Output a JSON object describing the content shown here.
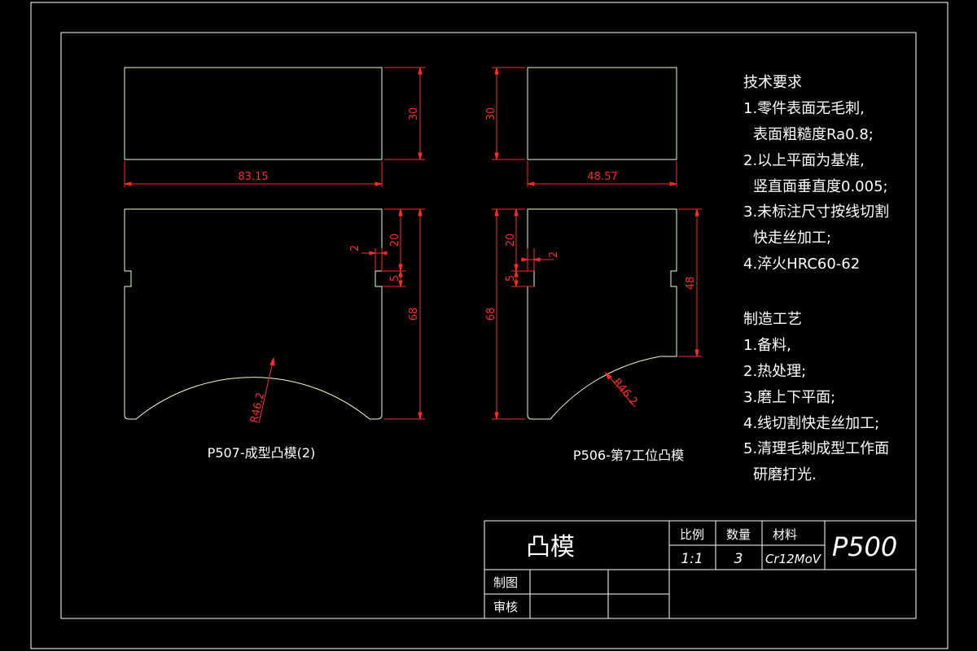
{
  "views": {
    "left": {
      "top_width": "83.15",
      "top_height": "30",
      "slot_offset": "20",
      "slot_depth": "2",
      "slot_width": "5",
      "front_height": "68",
      "radius": "R46.2",
      "caption": "P507-成型凸模(2)"
    },
    "right": {
      "top_width": "48.57",
      "top_height": "30",
      "slot_offset": "20",
      "slot_depth": "2",
      "slot_width": "5",
      "front_height": "68",
      "right_height": "48",
      "radius": "R46.2",
      "caption": "P506-第7工位凸模"
    }
  },
  "requirements": {
    "title": "技术要求",
    "lines": [
      "1.零件表面无毛刺,",
      "表面粗糙度Ra0.8;",
      "2.以上平面为基准,",
      "竖直面垂直度0.005;",
      "3.未标注尺寸按线切割",
      "快走丝加工;",
      "4.淬火HRC60-62"
    ]
  },
  "process": {
    "title": "制造工艺",
    "lines": [
      "1.备料,",
      "2.热处理;",
      "3.磨上下平面;",
      "4.线切割快走丝加工;",
      "5.清理毛刺成型工作面",
      "研磨打光."
    ]
  },
  "title_block": {
    "part_name": "凸模",
    "scale_label": "比例",
    "qty_label": "数量",
    "material_label": "材料",
    "scale_value": "1:1",
    "qty_value": "3",
    "material_value": "Cr12MoV",
    "drawing_no": "P500",
    "drawn_label": "制图",
    "checked_label": "审核"
  },
  "colors": {
    "outline": "#e8ffd0",
    "dimension": "#ff2a2a",
    "frame": "#ffffff",
    "background": "#000000"
  }
}
